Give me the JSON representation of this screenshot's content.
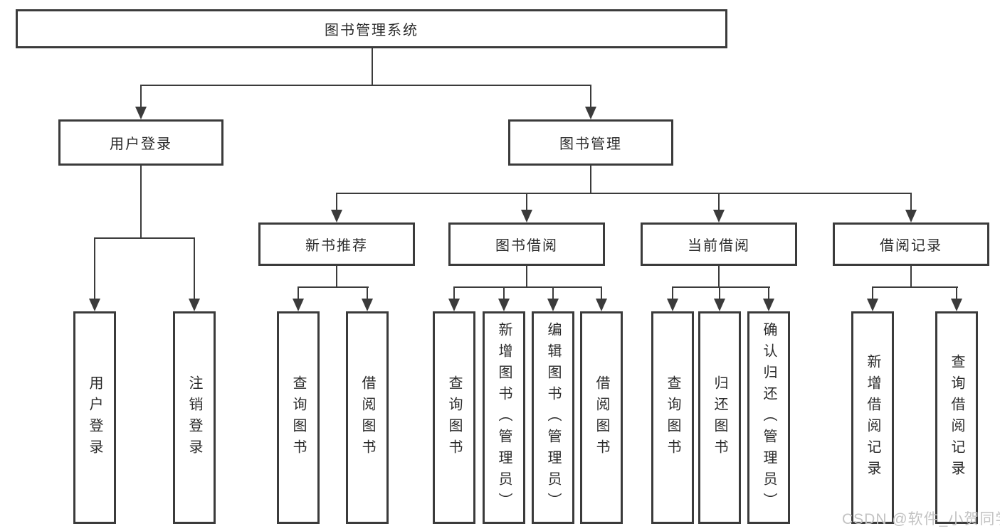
{
  "colors": {
    "line": "#3b3b3b",
    "text": "#2b2b2b",
    "watermark": "#c3c3c3",
    "background": "#ffffff"
  },
  "watermark": "CSDN @软件_小贺同学",
  "tree": {
    "root": "图书管理系统",
    "branches": [
      {
        "label": "用户登录",
        "children": [
          "用户登录",
          "注销登录"
        ]
      },
      {
        "label": "图书管理",
        "groups": [
          {
            "label": "新书推荐",
            "children": [
              "查询图书",
              "借阅图书"
            ]
          },
          {
            "label": "图书借阅",
            "children": [
              "查询图书",
              "新增图书（管理员）",
              "编辑图书（管理员）",
              "借阅图书"
            ]
          },
          {
            "label": "当前借阅",
            "children": [
              "查询图书",
              "归还图书",
              "确认归还（管理员）"
            ]
          },
          {
            "label": "借阅记录",
            "children": [
              "新增借阅记录",
              "查询借阅记录"
            ]
          }
        ]
      }
    ]
  }
}
